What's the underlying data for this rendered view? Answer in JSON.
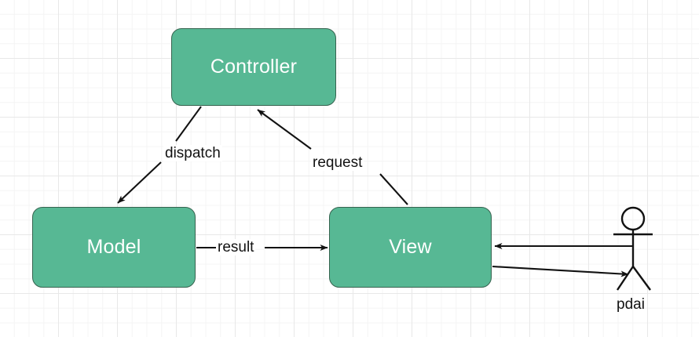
{
  "diagram": {
    "type": "mvc-flow-diagram",
    "background": "grid",
    "colors": {
      "node_fill": "#57b894",
      "node_stroke": "#36634f",
      "node_text": "#ffffff",
      "edge_stroke": "#121212",
      "label_text": "#121212",
      "grid_minor": "#f4f4f4",
      "grid_major": "#e8e8e8",
      "canvas_background": "#ffffff"
    },
    "nodes": [
      {
        "id": "controller",
        "label": "Controller"
      },
      {
        "id": "model",
        "label": "Model"
      },
      {
        "id": "view",
        "label": "View"
      }
    ],
    "edges": [
      {
        "id": "dispatch",
        "label": "dispatch",
        "from": "controller",
        "to": "model",
        "arrow": "to"
      },
      {
        "id": "request",
        "label": "request",
        "from": "view",
        "to": "controller",
        "arrow": "to"
      },
      {
        "id": "result",
        "label": "result",
        "from": "model",
        "to": "view",
        "arrow": "to"
      },
      {
        "id": "actor-to-view",
        "label": "",
        "from": "pdai",
        "to": "view",
        "arrow": "to"
      },
      {
        "id": "view-to-actor",
        "label": "",
        "from": "view",
        "to": "pdai",
        "arrow": "to"
      }
    ],
    "actor": {
      "id": "pdai",
      "label": "pdai",
      "shape": "stick-figure"
    }
  }
}
